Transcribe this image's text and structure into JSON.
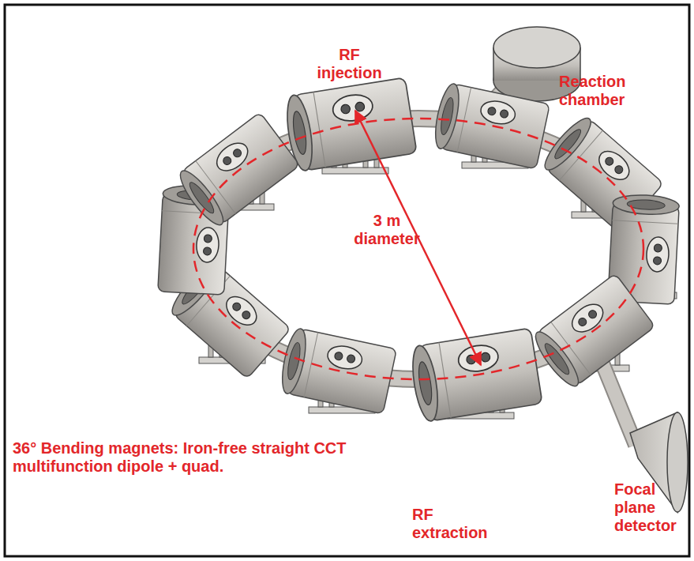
{
  "diagram": {
    "labels": [
      "RF injection",
      "Reaction chamber",
      "3 m diameter",
      "36° Bending magnets: Iron-free straight CCT multifunction dipole + quad.",
      "RF extraction",
      "Focal plane detector"
    ]
  }
}
